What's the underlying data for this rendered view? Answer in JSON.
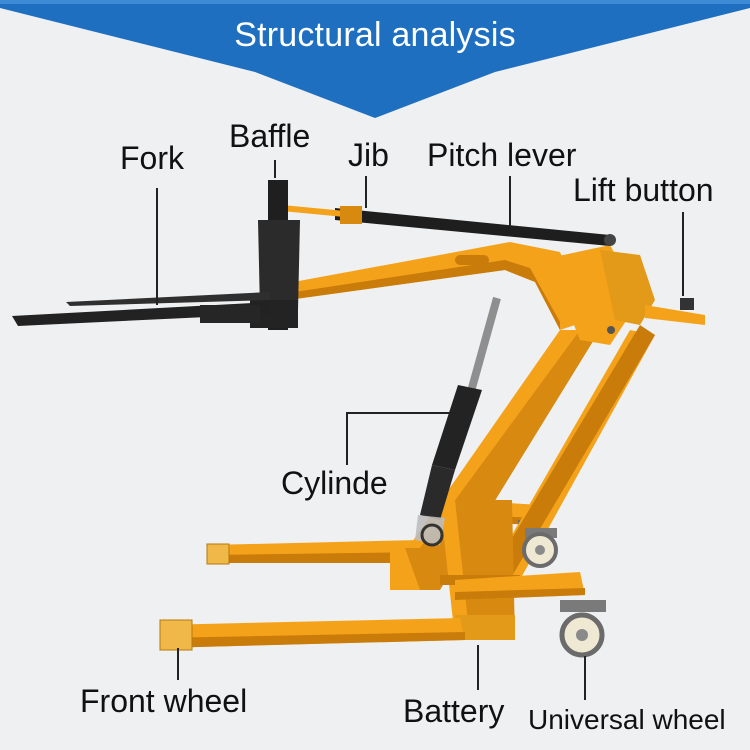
{
  "banner": {
    "title": "Structural analysis",
    "color": "#1f6fc0"
  },
  "labels": {
    "fork": "Fork",
    "baffle": "Baffle",
    "jib": "Jib",
    "pitch_lever": "Pitch lever",
    "lift_button": "Lift button",
    "cylinder": "Cylinde",
    "front_wheel": "Front wheel",
    "battery": "Battery",
    "universal_wheel": "Universal wheel"
  },
  "colors": {
    "frame": "#f5a21b",
    "frame_shadow": "#c97c0a",
    "dark_parts": "#232323",
    "leader_lines": "#222222",
    "background": "#eef0f2"
  }
}
